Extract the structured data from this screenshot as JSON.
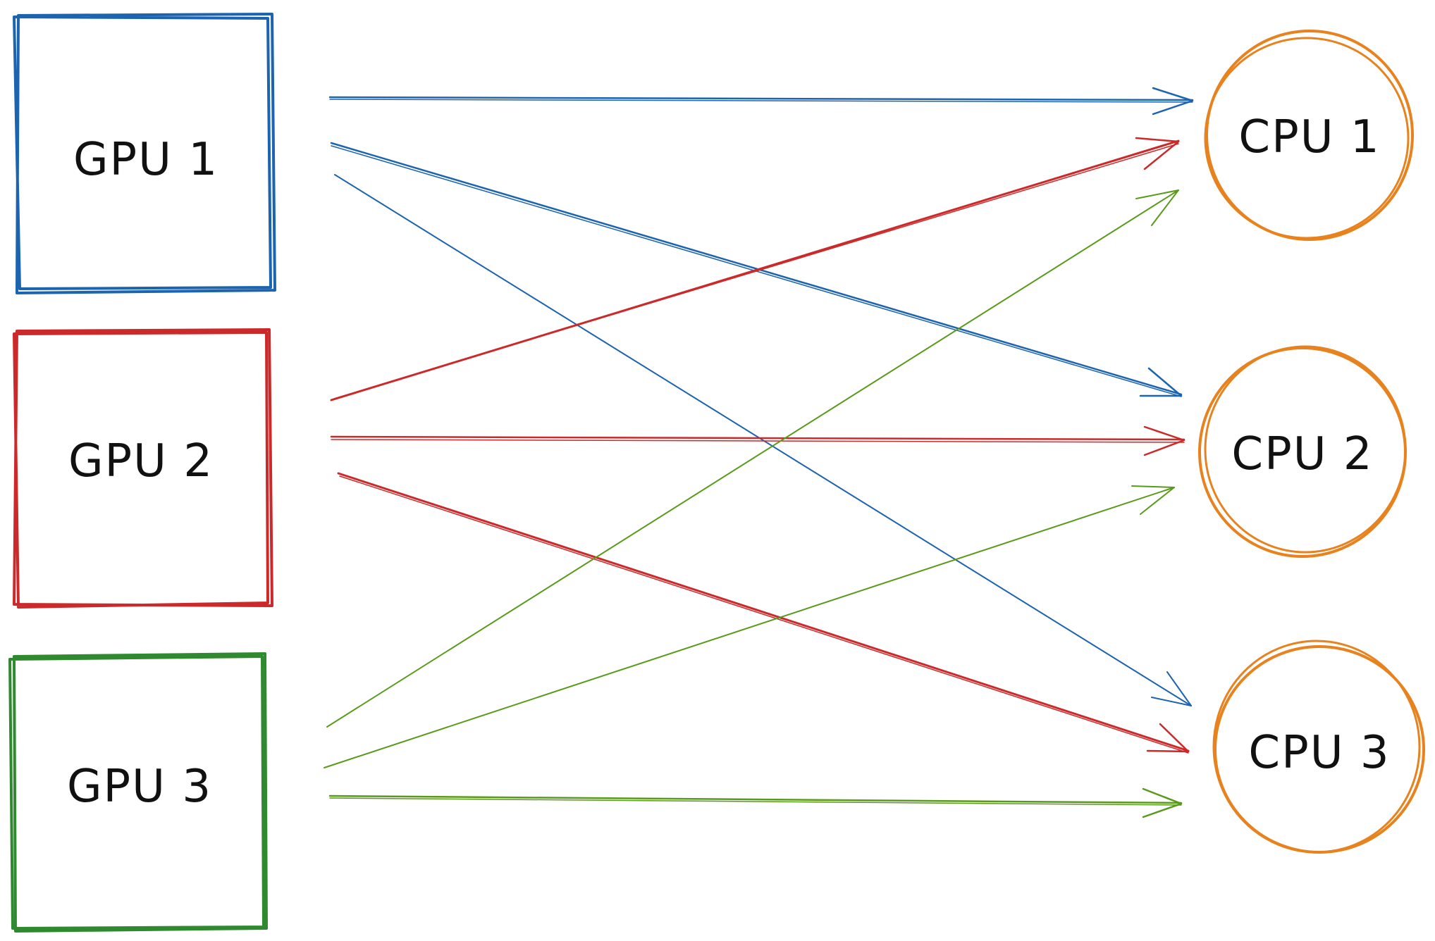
{
  "colors": {
    "gpu_1": "#1c64b0",
    "gpu_2": "#cc2a2a",
    "gpu_3": "#2f8a2f",
    "gpu_3_edges": "#5a9a1a",
    "cpu": "#e8821e",
    "text": "#111111"
  },
  "gpus": [
    {
      "id": "gpu_1",
      "label": "GPU 1"
    },
    {
      "id": "gpu_2",
      "label": "GPU 2"
    },
    {
      "id": "gpu_3",
      "label": "GPU 3"
    }
  ],
  "cpus": [
    {
      "id": "cpu_1",
      "label": "CPU 1"
    },
    {
      "id": "cpu_2",
      "label": "CPU 2"
    },
    {
      "id": "cpu_3",
      "label": "CPU 3"
    }
  ],
  "edges": [
    {
      "from": "gpu_1",
      "to": "cpu_1"
    },
    {
      "from": "gpu_1",
      "to": "cpu_2"
    },
    {
      "from": "gpu_1",
      "to": "cpu_3"
    },
    {
      "from": "gpu_2",
      "to": "cpu_1"
    },
    {
      "from": "gpu_2",
      "to": "cpu_2"
    },
    {
      "from": "gpu_2",
      "to": "cpu_3"
    },
    {
      "from": "gpu_3",
      "to": "cpu_1"
    },
    {
      "from": "gpu_3",
      "to": "cpu_2"
    },
    {
      "from": "gpu_3",
      "to": "cpu_3"
    }
  ]
}
